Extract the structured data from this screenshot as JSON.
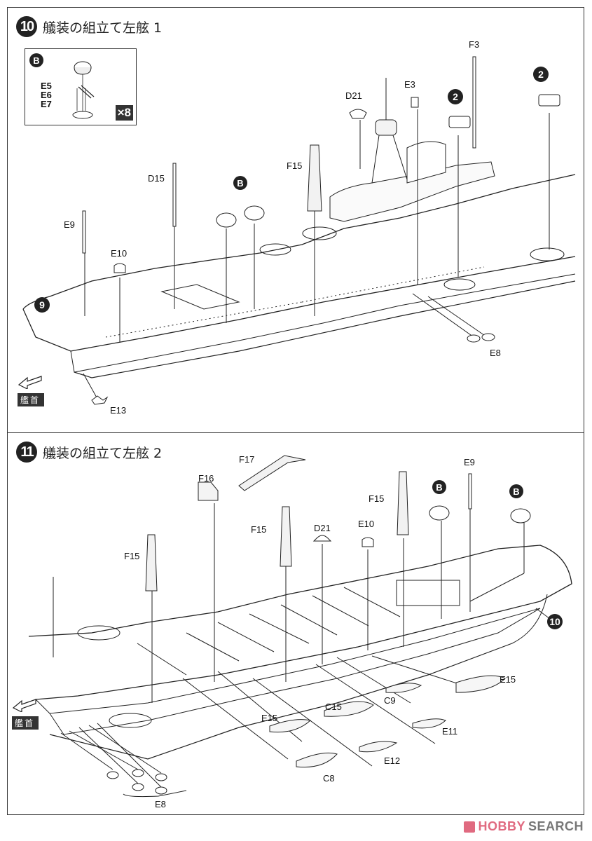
{
  "page": {
    "type": "model-kit instruction sheet",
    "watermark": {
      "part1": "HOBBY",
      "part2": "SEARCH",
      "color_accent": "#e06a80"
    }
  },
  "steps": [
    {
      "number": "10",
      "title": "艤装の組立て左舷 1",
      "subassembly": {
        "marker": "B",
        "parts": [
          "E5",
          "E6",
          "E7"
        ],
        "quantity": "×8"
      },
      "bow_indicator": "艦首",
      "labels": {
        "ref_9": "9",
        "ref_2a": "2",
        "ref_2b": "2",
        "ref_B": "B",
        "E9": "E9",
        "E10": "E10",
        "D15": "D15",
        "F15": "F15",
        "D21": "D21",
        "E3": "E3",
        "F3": "F3",
        "E8": "E8",
        "E13": "E13"
      }
    },
    {
      "number": "11",
      "title": "艤装の組立て左舷 2",
      "bow_indicator": "艦首",
      "labels": {
        "F17": "F17",
        "F16": "F16",
        "F15a": "F15",
        "F15b": "F15",
        "F15c": "F15",
        "D21": "D21",
        "E10": "E10",
        "E9": "E9",
        "ref_Ba": "B",
        "ref_Bb": "B",
        "ref_10": "10",
        "E15a": "E15",
        "E15b": "E15",
        "C9": "C9",
        "C15": "C15",
        "E11": "E11",
        "E12": "E12",
        "C8": "C8",
        "E8": "E8"
      }
    }
  ]
}
